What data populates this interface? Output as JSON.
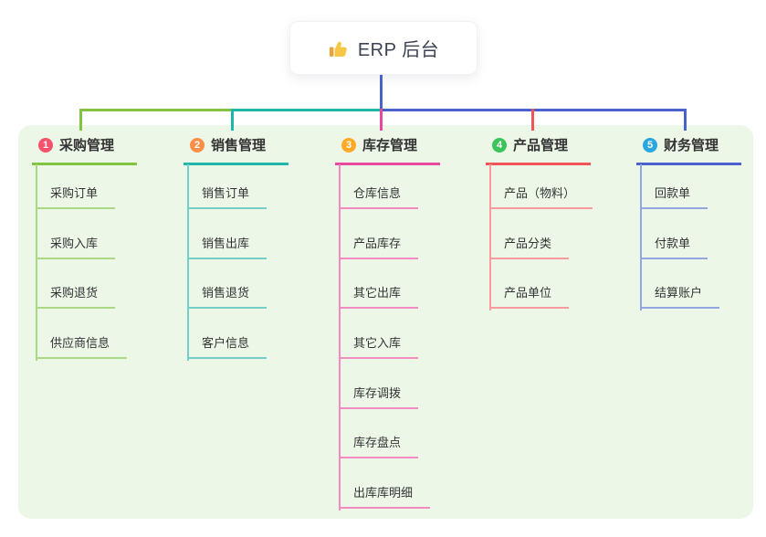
{
  "root": {
    "label": "ERP 后台",
    "icon": "thumbs-up-icon",
    "line_color": "#4a63cc"
  },
  "branches": [
    {
      "index": "1",
      "label": "采购管理",
      "color": "#82c341",
      "soft_color": "#abd883",
      "badge_color": "#f8516b",
      "children": [
        "采购订单",
        "采购入库",
        "采购退货",
        "供应商信息"
      ]
    },
    {
      "index": "2",
      "label": "销售管理",
      "color": "#20b7aa",
      "soft_color": "#74cfc6",
      "badge_color": "#fd8e45",
      "children": [
        "销售订单",
        "销售出库",
        "销售退货",
        "客户信息"
      ]
    },
    {
      "index": "3",
      "label": "库存管理",
      "color": "#e8489e",
      "soft_color": "#f18cc3",
      "badge_color": "#ffaa27",
      "children": [
        "仓库信息",
        "产品库存",
        "其它出库",
        "其它入库",
        "库存调拨",
        "库存盘点",
        "出库库明细"
      ]
    },
    {
      "index": "4",
      "label": "产品管理",
      "color": "#f25559",
      "soft_color": "#f79b9e",
      "badge_color": "#3cc45c",
      "children": [
        "产品（物料）",
        "产品分类",
        "产品单位"
      ]
    },
    {
      "index": "5",
      "label": "财务管理",
      "color": "#4a63cc",
      "soft_color": "#93a6e0",
      "badge_color": "#2ba7df",
      "children": [
        "回款单",
        "付款单",
        "结算账户"
      ]
    }
  ],
  "panel_color": "#ecf7e8"
}
